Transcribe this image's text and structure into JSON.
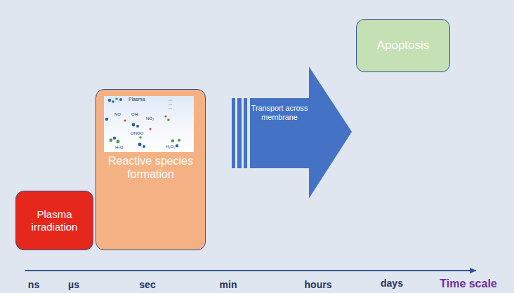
{
  "diagram": {
    "nodes": [
      {
        "text": [
          "Plasma irradiation"
        ]
      },
      {
        "text": [
          "Reactive species formation"
        ]
      },
      {
        "text": [
          "Transport across membrane"
        ]
      },
      {
        "text": [
          "Apoptosis"
        ]
      }
    ],
    "labels": [
      "Plasma",
      "NO",
      "OH",
      "NO₂",
      "ONOO",
      "H₂O",
      "H₂O₂",
      "ns",
      "µs",
      "sec",
      "min",
      "hours",
      "days",
      "Time scale"
    ]
  }
}
